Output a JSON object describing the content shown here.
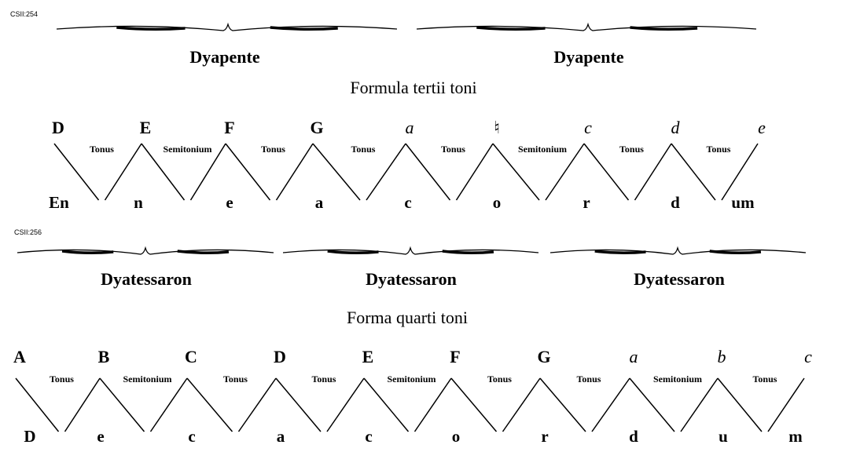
{
  "sections": [
    {
      "ref": "CSII:254",
      "headings": [
        "Dyapente",
        "Dyapente"
      ],
      "title": "Formula tertii toni",
      "notes": [
        "D",
        "E",
        "F",
        "G",
        "a",
        "♮",
        "c",
        "d",
        "e"
      ],
      "intervals": [
        "Tonus",
        "Semitonium",
        "Tonus",
        "Tonus",
        "Tonus",
        "Semitonium",
        "Tonus",
        "Tonus"
      ],
      "syllables": [
        "En",
        "n",
        "e",
        "a",
        "c",
        "o",
        "r",
        "d",
        "um"
      ]
    },
    {
      "ref": "CSII:256",
      "headings": [
        "Dyatessaron",
        "Dyatessaron",
        "Dyatessaron"
      ],
      "title": "Forma quarti toni",
      "notes": [
        "A",
        "B",
        "C",
        "D",
        "E",
        "F",
        "G",
        "a",
        "b",
        "c"
      ],
      "intervals": [
        "Tonus",
        "Semitonium",
        "Tonus",
        "Tonus",
        "Semitonium",
        "Tonus",
        "Tonus",
        "Semitonium",
        "Tonus"
      ],
      "syllables": [
        "D",
        "e",
        "c",
        "a",
        "c",
        "o",
        "r",
        "d",
        "u",
        "m"
      ]
    }
  ]
}
